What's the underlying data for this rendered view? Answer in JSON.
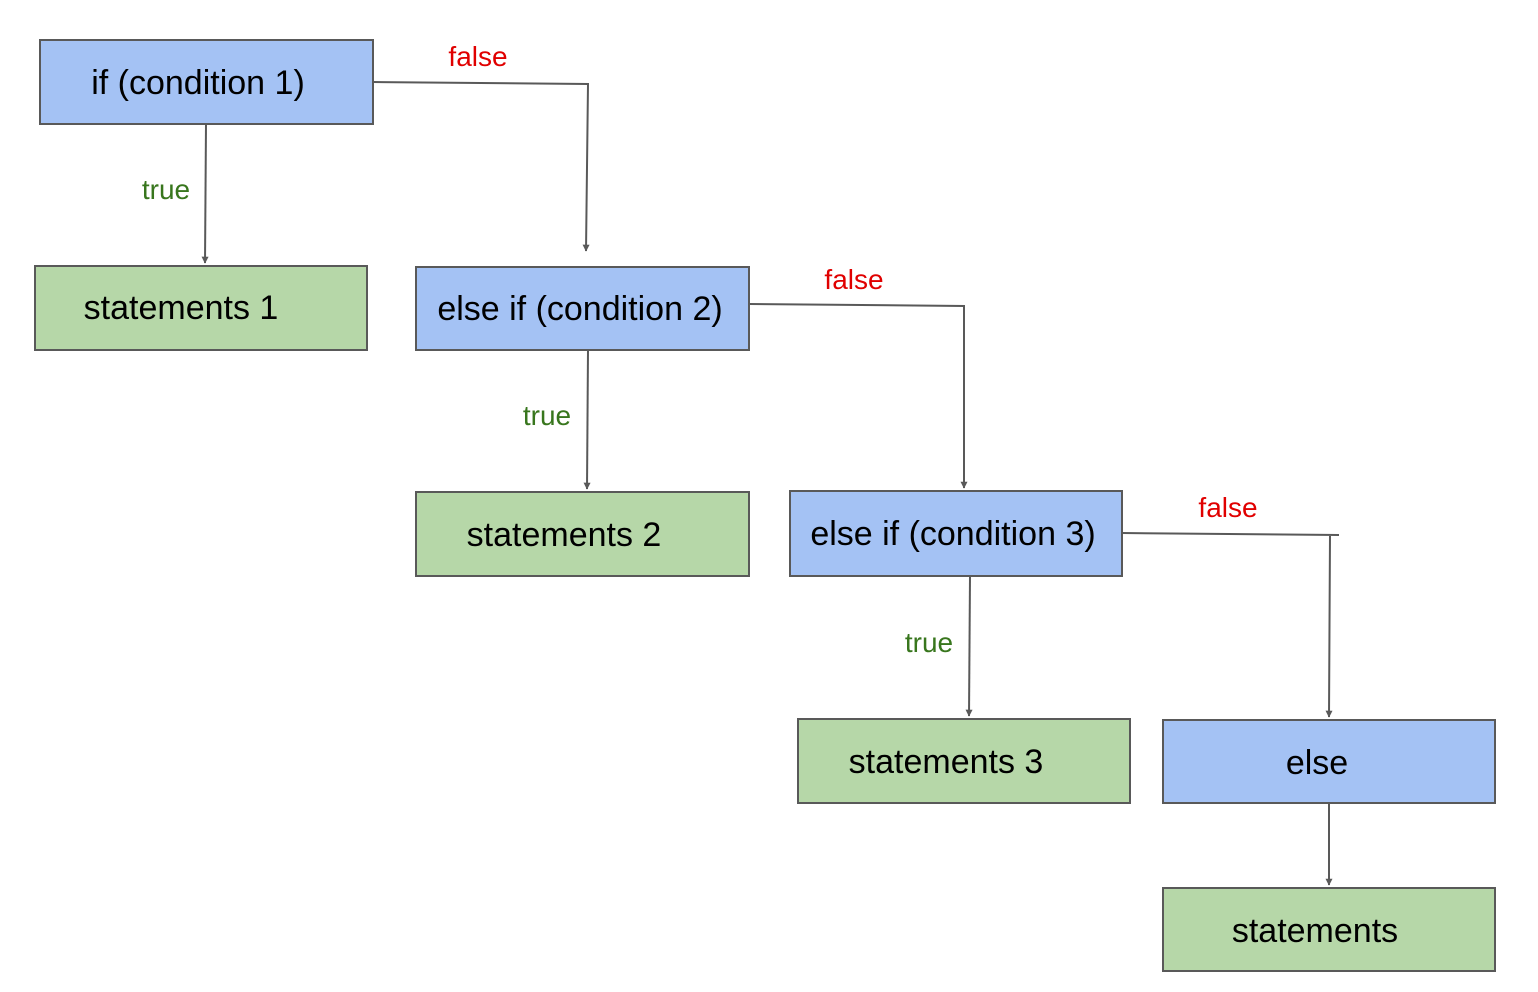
{
  "colors": {
    "condition_fill": "#a4c2f4",
    "statement_fill": "#b6d7a8",
    "border": "#595959",
    "edge": "#595959",
    "false_label": "#e00000",
    "true_label": "#38761d"
  },
  "nodes": {
    "if_condition_1": {
      "label": "if (condition 1)",
      "kind": "condition"
    },
    "statements_1": {
      "label": "statements 1",
      "kind": "statement"
    },
    "else_if_condition_2": {
      "label": "else if (condition 2)",
      "kind": "condition"
    },
    "statements_2": {
      "label": "statements 2",
      "kind": "statement"
    },
    "else_if_condition_3": {
      "label": "else if (condition 3)",
      "kind": "condition"
    },
    "statements_3": {
      "label": "statements 3",
      "kind": "statement"
    },
    "else": {
      "label": "else",
      "kind": "condition"
    },
    "statements": {
      "label": "statements",
      "kind": "statement"
    }
  },
  "edges": [
    {
      "from": "if_condition_1",
      "to": "statements_1",
      "label": "true"
    },
    {
      "from": "if_condition_1",
      "to": "else_if_condition_2",
      "label": "false"
    },
    {
      "from": "else_if_condition_2",
      "to": "statements_2",
      "label": "true"
    },
    {
      "from": "else_if_condition_2",
      "to": "else_if_condition_3",
      "label": "false"
    },
    {
      "from": "else_if_condition_3",
      "to": "statements_3",
      "label": "true"
    },
    {
      "from": "else_if_condition_3",
      "to": "else",
      "label": "false"
    },
    {
      "from": "else",
      "to": "statements",
      "label": ""
    }
  ]
}
